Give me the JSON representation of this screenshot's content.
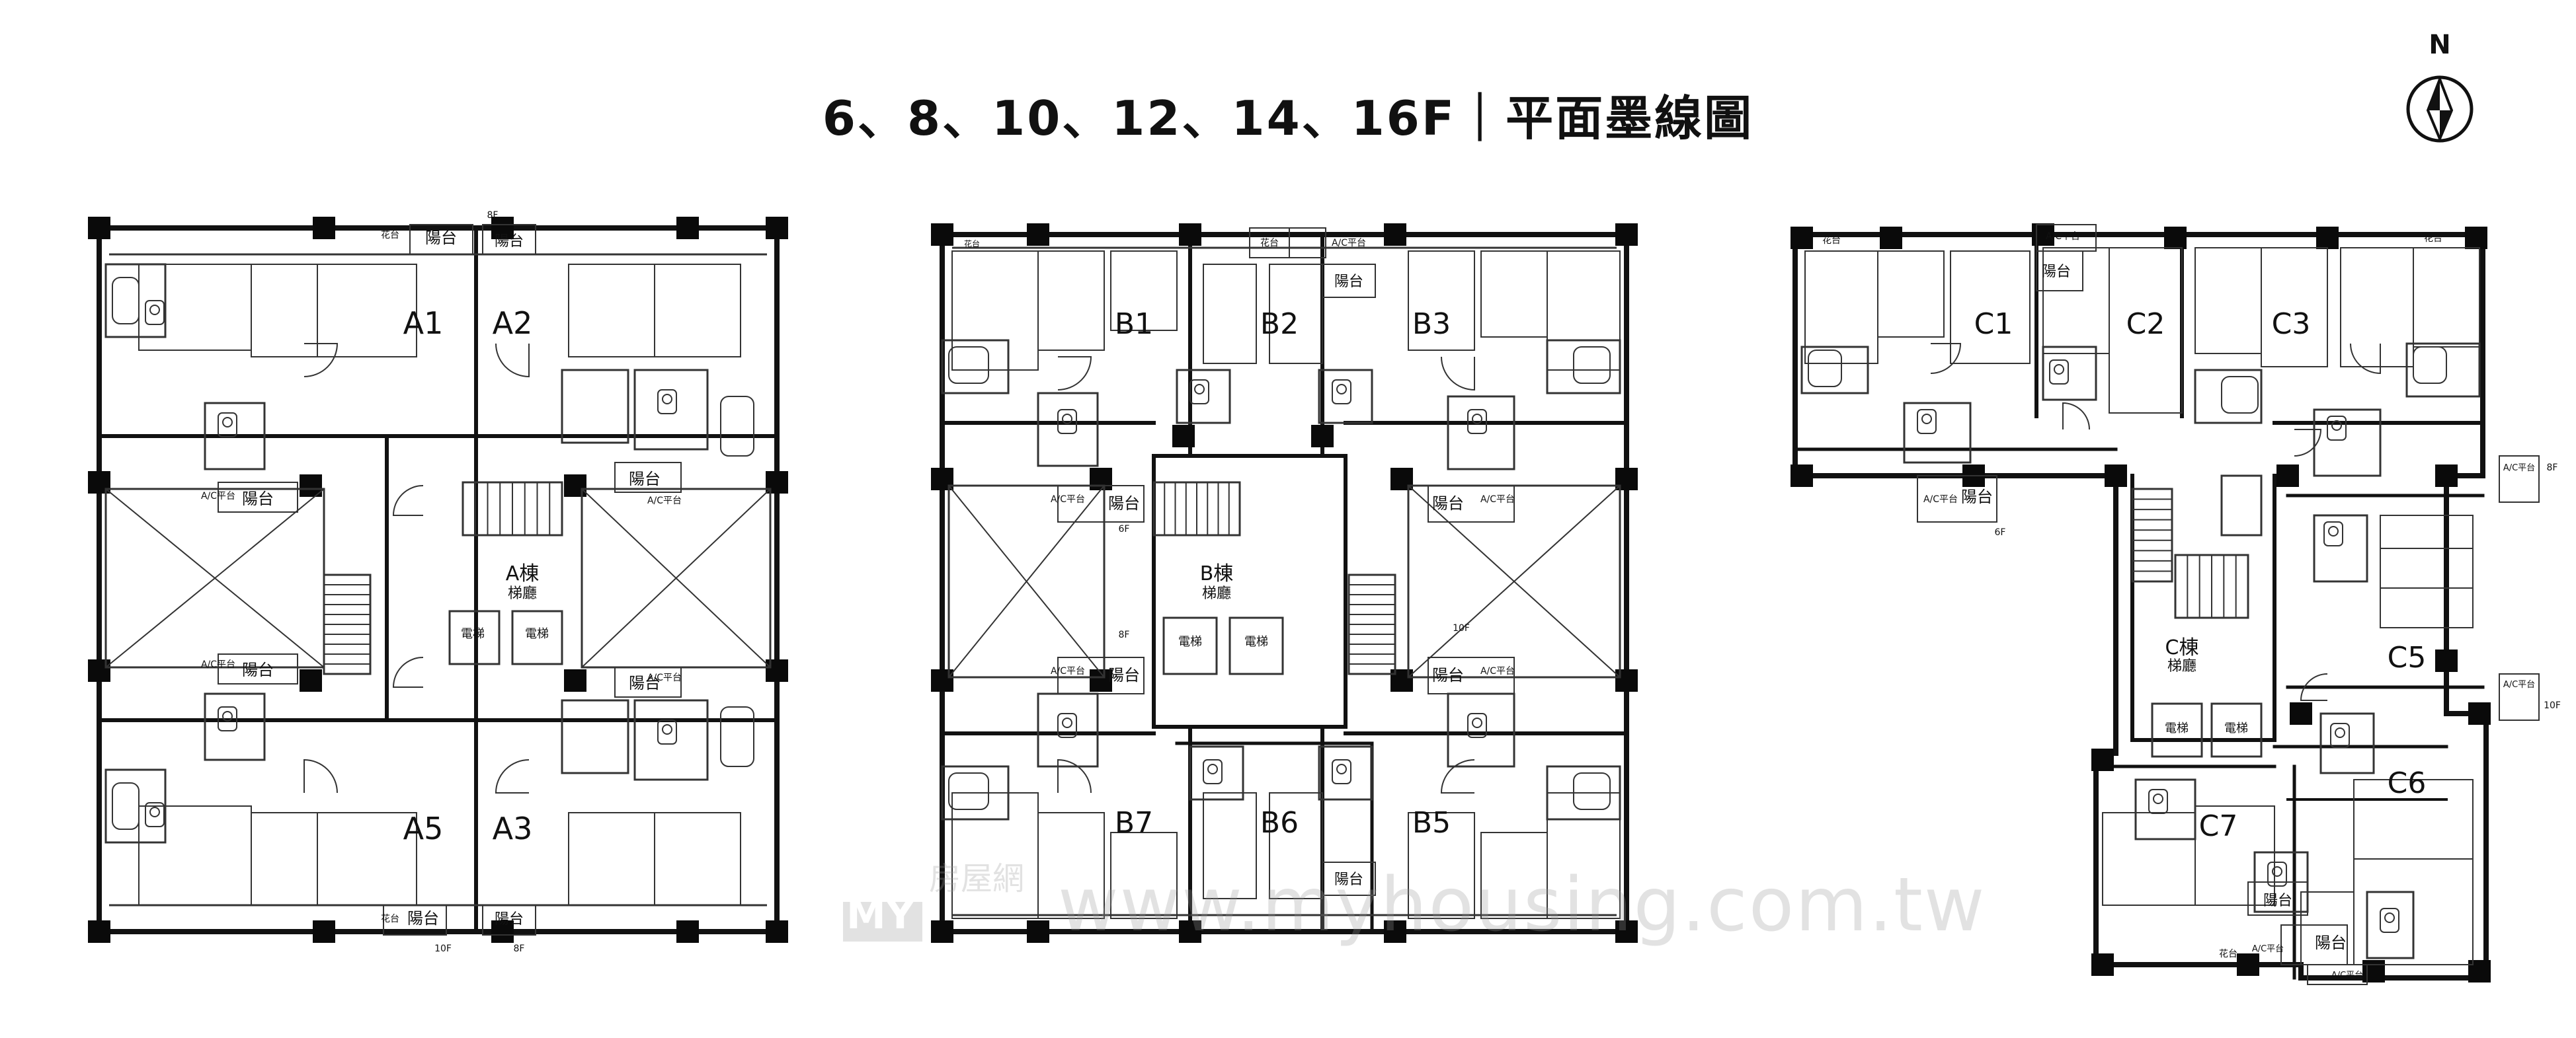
{
  "title": "6、8、10、12、14、16F｜平面墨線圖",
  "compass": {
    "label": "N"
  },
  "buildings": [
    {
      "name": "A棟",
      "sub": "梯廳",
      "units": [
        "A1",
        "A2",
        "A3",
        "A5"
      ]
    },
    {
      "name": "B棟",
      "sub": "梯廳",
      "units": [
        "B1",
        "B2",
        "B3",
        "B5",
        "B6",
        "B7"
      ]
    },
    {
      "name": "C棟",
      "sub": "梯廳",
      "units": [
        "C1",
        "C2",
        "C3",
        "C5",
        "C6",
        "C7"
      ]
    }
  ],
  "labels": {
    "balcony": "陽台",
    "ac": "A/C平台",
    "flower": "花台",
    "elevator": "電梯"
  },
  "floor_notes": [
    "6F",
    "8F",
    "10F"
  ],
  "watermark": {
    "logo": "房屋網",
    "logo_sub": "MY",
    "site": "www.myhousing.com.tw"
  },
  "colors": {
    "wall": "#111111",
    "thin": "#333333",
    "pillar": "#0a0a0a",
    "watermark": "#9a9a9a"
  }
}
